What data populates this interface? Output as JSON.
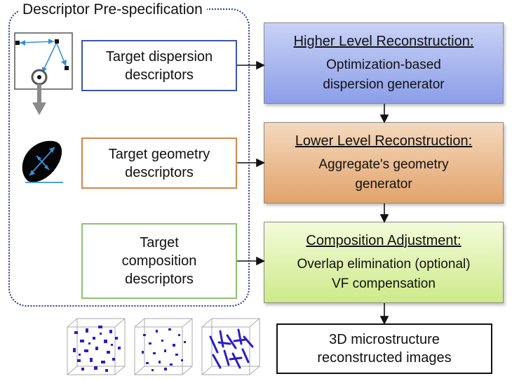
{
  "group": {
    "title": "Descriptor Pre-specification"
  },
  "descriptors": [
    {
      "line1": "Target dispersion",
      "line2": "descriptors"
    },
    {
      "line1": "Target geometry",
      "line2": "descriptors"
    },
    {
      "line1": "Target",
      "line2": "composition",
      "line3": "descriptors"
    }
  ],
  "stages": [
    {
      "header": "Higher Level Reconstruction:",
      "line1": "Optimization-based",
      "line2": "dispersion generator"
    },
    {
      "header": "Lower Level Reconstruction:",
      "line1": "Aggregate's geometry",
      "line2": "generator"
    },
    {
      "header": "Composition Adjustment:",
      "line1": "Overlap elimination (optional)",
      "line2": "VF compensation"
    }
  ],
  "output": {
    "line1": "3D microstructure",
    "line2": "reconstructed images"
  },
  "colors": {
    "group_border": "#2a3f8f",
    "dispersion": "#3c55a6",
    "geometry": "#d0874a",
    "composition": "#8ec26e",
    "particles": "#2a1ec8"
  },
  "icons": {
    "dispersion": "points-with-distance-arrows-icon",
    "geometry": "black-aggregate-with-axes-icon",
    "output": "particle-cube-icon"
  }
}
